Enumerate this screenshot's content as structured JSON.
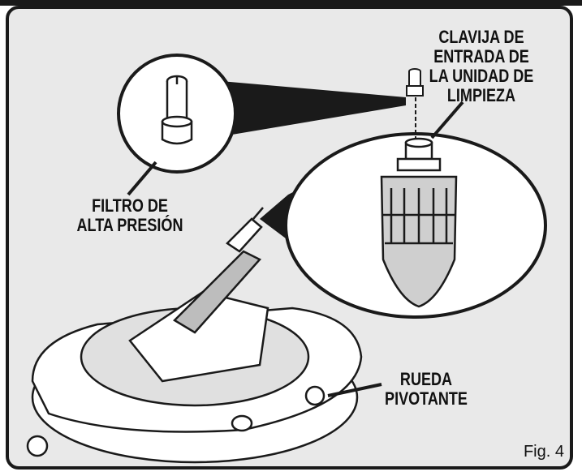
{
  "labels": {
    "inlet_pin": [
      "CLAVIJA DE",
      "ENTRADA DE",
      "LA UNIDAD DE",
      "LIMPIEZA"
    ],
    "filter": [
      "FILTRO DE",
      "ALTA PRESIÓN"
    ],
    "wheel": [
      "RUEDA",
      "PIVOTANTE"
    ]
  },
  "figure_number": "Fig. 4",
  "colors": {
    "background": "#e9e9e9",
    "line": "#1a1a1a",
    "part_fill": "#ffffff",
    "shade": "#bdbdbd"
  }
}
